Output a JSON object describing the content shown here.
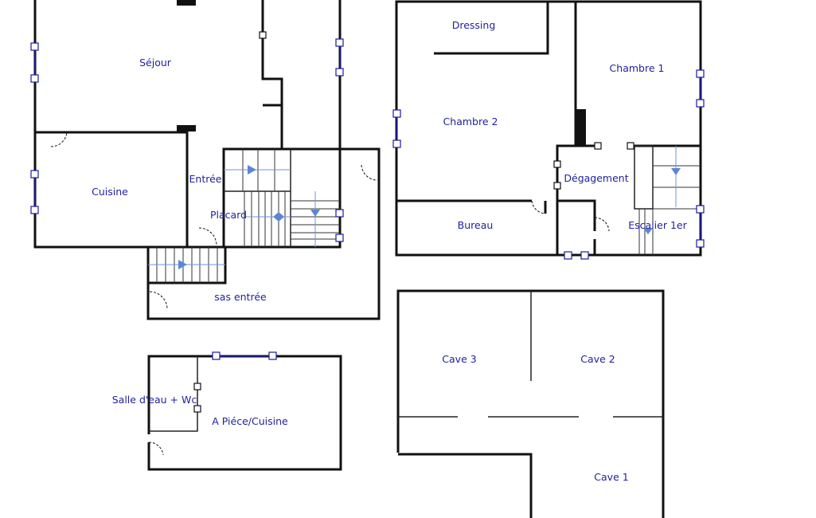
{
  "colors": {
    "label": "#1f1f9e",
    "wall": "#111111",
    "window": "#1a1aa0",
    "stair_arrow": "#5b86d6"
  },
  "rooms": {
    "sejour": "Séjour",
    "cuisine": "Cuisine",
    "entree": "Entrée",
    "placard": "Placard",
    "sas_entree": "sas entrée",
    "dressing": "Dressing",
    "chambre1": "Chambre 1",
    "chambre2": "Chambre 2",
    "degagement": "Dégagement",
    "bureau": "Bureau",
    "escalier": "Escalier 1er",
    "salle_eau": "Salle d'eau + Wc",
    "piece_cuisine": "A  Piéce/Cuisine",
    "cave3": "Cave 3",
    "cave2": "Cave 2",
    "cave1": "Cave 1"
  }
}
